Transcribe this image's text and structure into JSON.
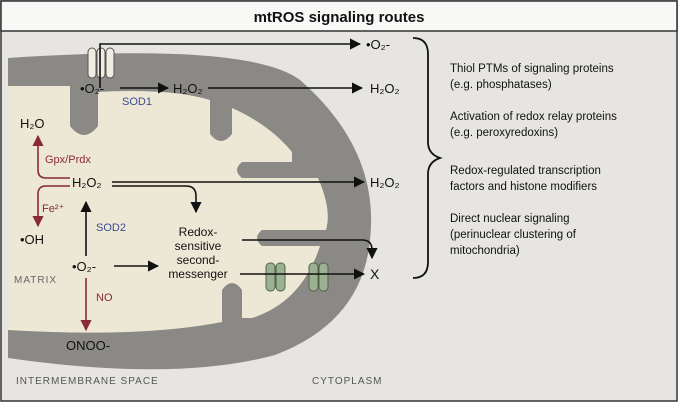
{
  "title": "mtROS signaling routes",
  "colors": {
    "background": "#e6e5e1",
    "title_bar": "#f8f8f6",
    "membrane": "#8a8985",
    "matrix": "#ede7d6",
    "enzyme_blue": "#3c4d8f",
    "red_arrow": "#8a2a35",
    "pore": "#f1ece2",
    "channel": "#9bb191"
  },
  "labels": {
    "superoxide_exported": "•O₂-",
    "superoxide_ims": "•O₂-",
    "sod1": "SOD1",
    "h2o2_ims": "H₂O₂",
    "h2o2_out_1": "H₂O₂",
    "h2o": "H₂O",
    "gpx_prdx": "Gpx/Prdx",
    "h2o2_matrix": "H₂O₂",
    "h2o2_out_2": "H₂O₂",
    "fe": "Fe²⁺",
    "hydroxyl": "•OH",
    "sod2": "SOD2",
    "second_messenger": [
      "Redox-",
      "sensitive",
      "second-",
      "messenger"
    ],
    "superoxide_matrix": "•O₂-",
    "x": "X",
    "no": "NO",
    "peroxynitrite": "ONOO-",
    "matrix": "MATRIX",
    "intermembrane_space": "INTERMEMBRANE SPACE",
    "cytoplasm": "CYTOPLASM"
  },
  "outcomes": [
    [
      "Thiol PTMs of signaling proteins",
      "(e.g. phosphatases)"
    ],
    [
      "Activation of redox relay proteins",
      "(e.g. peroxyredoxins)"
    ],
    [
      "Redox-regulated transcription",
      "factors and histone modifiers"
    ],
    [
      "Direct nuclear signaling",
      "(perinuclear clustering of",
      "mitochondria)"
    ]
  ]
}
